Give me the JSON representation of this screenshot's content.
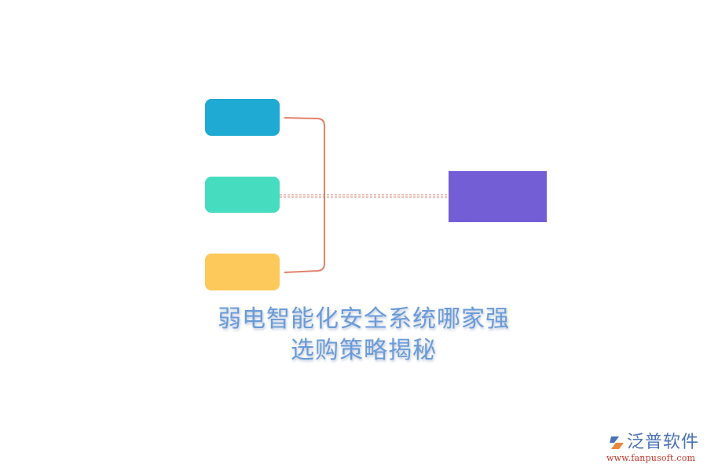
{
  "diagram": {
    "nodes": [
      {
        "id": "n1",
        "label": "",
        "color": "#1EAAD2"
      },
      {
        "id": "n2",
        "label": "",
        "color": "#46DCBF"
      },
      {
        "id": "n3",
        "label": "",
        "color": "#FDC95A"
      }
    ],
    "target": {
      "label": "",
      "color": "#735ED6"
    },
    "connector_color": "#E0826A"
  },
  "title": {
    "line1": "弱电智能化安全系统哪家强",
    "line2": "选购策略揭秘",
    "color": "#6A9BD8"
  },
  "logo": {
    "name": "泛普软件",
    "url": "www.fanpusoft.com",
    "name_color": "#4A72B8",
    "url_color": "#C0392B",
    "icon": "fanpu-logo-icon"
  }
}
